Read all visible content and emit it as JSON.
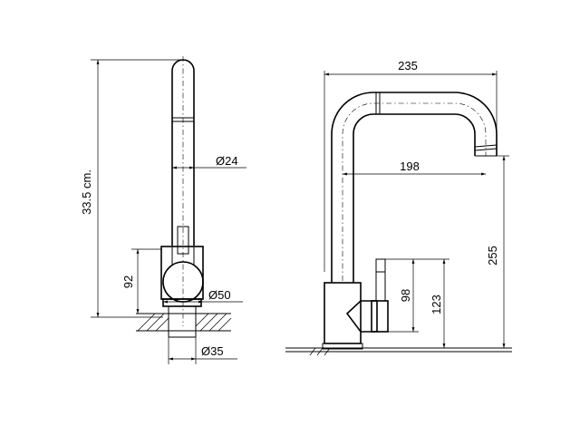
{
  "side_view": {
    "height_label": "33.5 cm.",
    "spout_diameter_label": "Ø24",
    "body_height_label": "92",
    "base_diameter_label": "Ø50",
    "hole_diameter_label": "Ø35"
  },
  "front_view": {
    "total_reach_label": "235",
    "spout_reach_label": "198",
    "spout_height_label": "255",
    "lever_height_label": "123",
    "lever_offset_label": "98"
  }
}
